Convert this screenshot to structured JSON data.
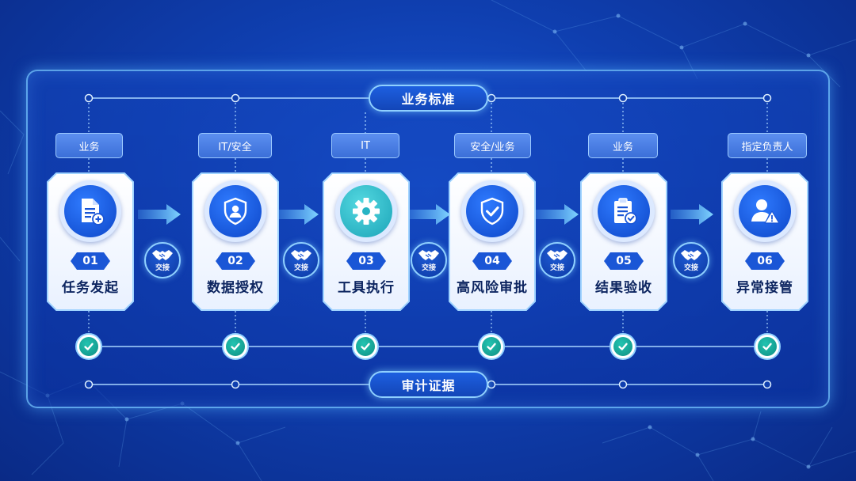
{
  "top_label": "业务标准",
  "bottom_label": "审计证据",
  "handoff_label": "交接",
  "colors": {
    "background": "#0f3fb0",
    "accent_glow": "#8fd0ff",
    "icon_blue": "#1a56d6",
    "icon_teal": "#1ba4b8",
    "check_green": "#12a595",
    "card_text": "#0d2560"
  },
  "steps": [
    {
      "num": "01",
      "title": "任务发起",
      "role": "业务",
      "icon": "document-add-icon"
    },
    {
      "num": "02",
      "title": "数据授权",
      "role": "IT/安全",
      "icon": "shield-user-icon"
    },
    {
      "num": "03",
      "title": "工具执行",
      "role": "IT",
      "icon": "gear-icon"
    },
    {
      "num": "04",
      "title": "高风险审批",
      "role": "安全/业务",
      "icon": "shield-check-icon"
    },
    {
      "num": "05",
      "title": "结果验收",
      "role": "业务",
      "icon": "clipboard-check-icon"
    },
    {
      "num": "06",
      "title": "异常接管",
      "role": "指定负责人",
      "icon": "user-alert-icon"
    }
  ]
}
